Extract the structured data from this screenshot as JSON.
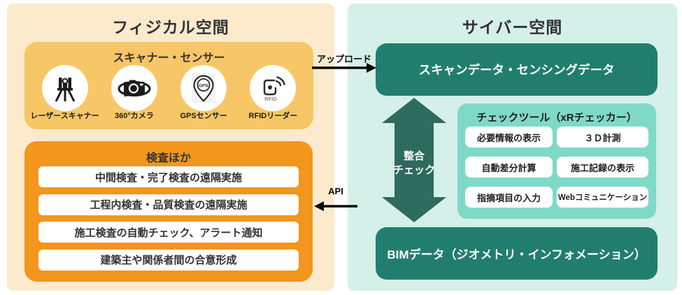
{
  "colors": {
    "physical_panel_bg": "#FCEACD",
    "scanner_box_bg": "#F7C666",
    "inspection_box_bg": "#F2961D",
    "cyber_panel_bg": "#D5EFE9",
    "data_box_bg": "#217E6E",
    "check_tool_bg": "#7EDAC6",
    "consistency_arrow_green": "#2D6B5D",
    "connector_black": "#0A0A0A"
  },
  "physical": {
    "title": "フィジカル空間",
    "scanner_box": {
      "title": "スキャナー・センサー",
      "items": [
        {
          "icon": "laser-scanner-icon",
          "label": "レーザースキャナー"
        },
        {
          "icon": "camera-360-icon",
          "label": "360°カメラ"
        },
        {
          "icon": "gps-pin-icon",
          "label": "GPSセンサー",
          "badge": "GPS"
        },
        {
          "icon": "rfid-tag-icon",
          "label": "RFIDリーダー",
          "badge": "RFID"
        }
      ]
    },
    "inspection_box": {
      "title": "検査ほか",
      "rows": [
        "中間検査・完了検査の遠隔実施",
        "工程内検査・品質検査の遠隔実施",
        "施工検査の自動チェック、アラート通知",
        "建築主や関係者間の合意形成"
      ]
    }
  },
  "cyber": {
    "title": "サイバー空間",
    "scan_data_label": "スキャンデータ・センシングデータ",
    "check_tool": {
      "title": "チェックツール（xRチェッカー）",
      "items": [
        "必要情報の表示",
        "３Ｄ計測",
        "自動差分計算",
        "施工記録の表示",
        "指摘項目の入力",
        "Webコミュニケーション"
      ]
    },
    "bim_label": "BIMデータ（ジオメトリ・インフォメーション）",
    "consistency_arrow": {
      "line1": "整合",
      "line2": "チェック"
    }
  },
  "connectors": {
    "upload_label": "アップロード",
    "api_label": "API"
  }
}
